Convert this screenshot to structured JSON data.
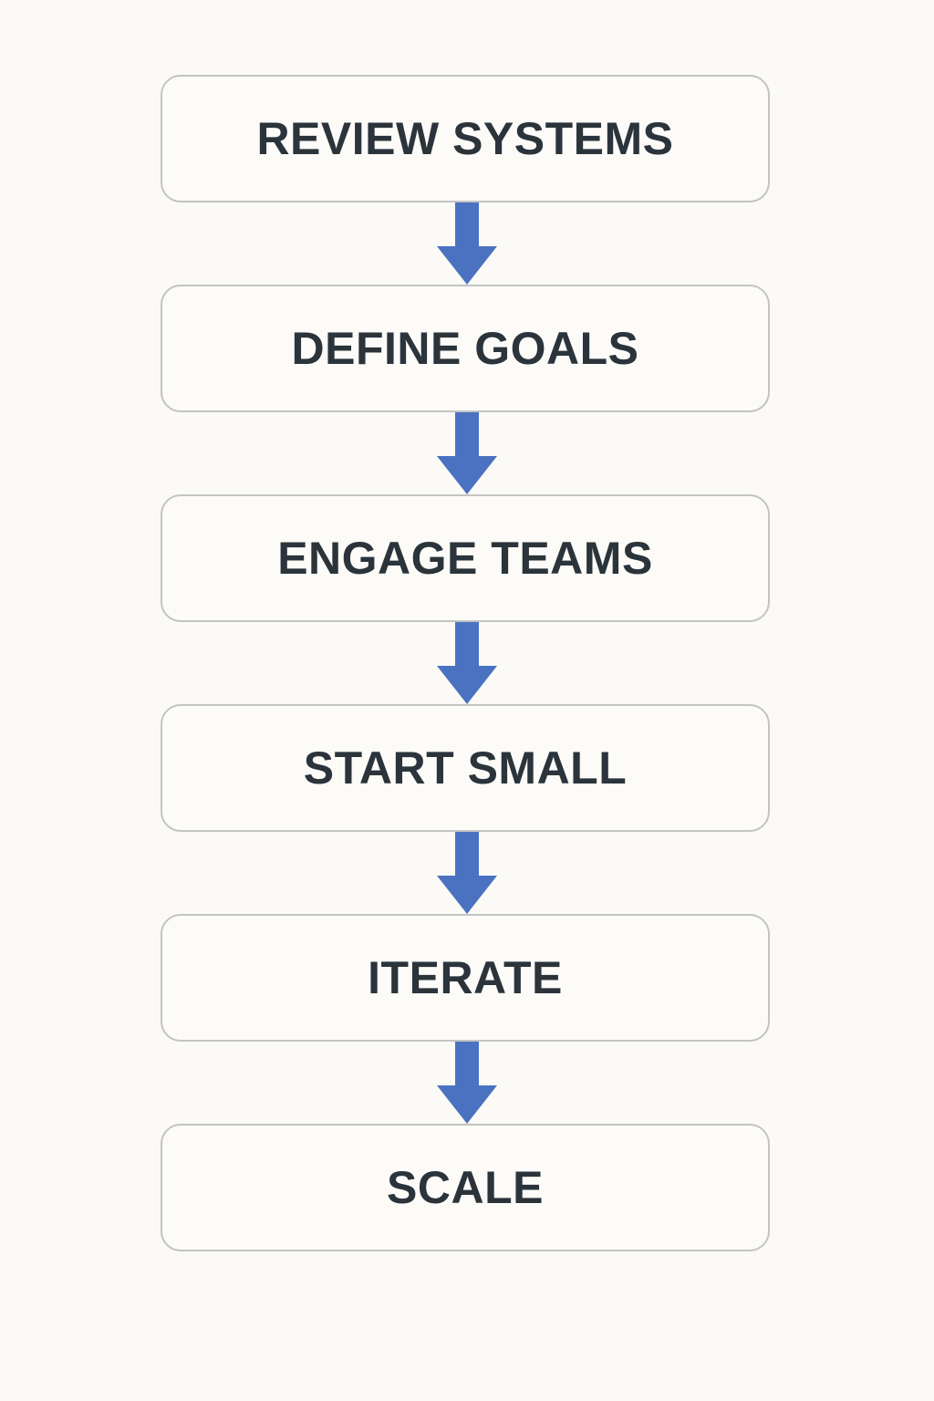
{
  "flow": {
    "steps": [
      {
        "label": "REVIEW SYSTEMS"
      },
      {
        "label": "DEFINE GOALS"
      },
      {
        "label": "ENGAGE TEAMS"
      },
      {
        "label": "START SMALL"
      },
      {
        "label": "ITERATE"
      },
      {
        "label": "SCALE"
      }
    ],
    "arrow_color": "#4a72c1",
    "box_border_color": "#c3c3c3",
    "text_color": "#2b343b",
    "background_color": "#fbfaf7"
  }
}
